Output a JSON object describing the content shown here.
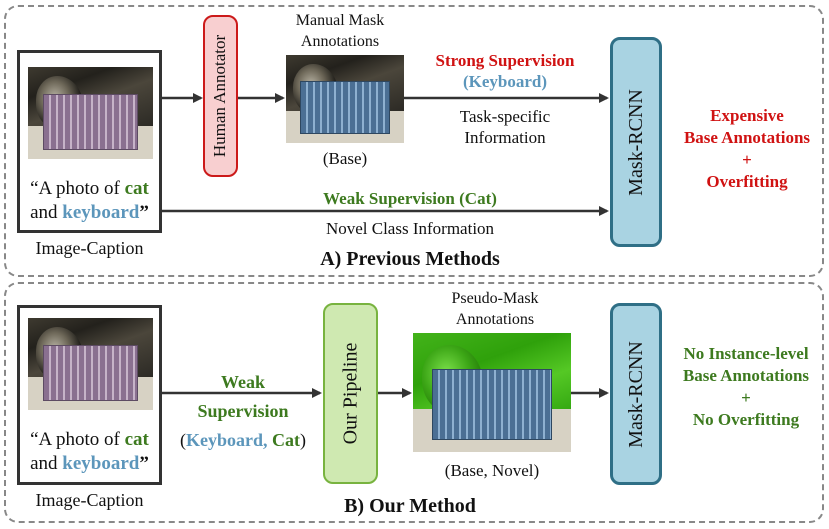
{
  "panel_a": {
    "title": "A) Previous Methods",
    "image_caption_label": "Image-Caption",
    "caption": {
      "open": "“A photo of ",
      "cat": "cat",
      "and": "and ",
      "keyboard": "keyboard",
      "close": "”"
    },
    "annotator_label": "Human Annotator",
    "mask_title_line1": "Manual Mask",
    "mask_title_line2": "Annotations",
    "mask_sub": "(Base)",
    "strong_line1": "Strong Supervision",
    "strong_line2": "(Keyboard)",
    "task_line1": "Task-specific",
    "task_line2": "Information",
    "weak_label": "Weak Supervision (Cat)",
    "novel_label": "Novel Class Information",
    "model_label": "Mask-RCNN",
    "result_line1": "Expensive",
    "result_line2": "Base Annotations",
    "result_line3": "+",
    "result_line4": "Overfitting"
  },
  "panel_b": {
    "title": "B) Our Method",
    "image_caption_label": "Image-Caption",
    "caption": {
      "open": "“A photo of ",
      "cat": "cat",
      "and": "and ",
      "keyboard": "keyboard",
      "close": "”"
    },
    "weak_line1": "Weak",
    "weak_line2": "Supervision",
    "weak_line3_open": "(",
    "weak_line3_keyboard": "Keyboard,",
    "weak_line3_cat": "Cat",
    "weak_line3_close": ")",
    "pipeline_label": "Our Pipeline",
    "pseudo_title_line1": "Pseudo-Mask",
    "pseudo_title_line2": "Annotations",
    "pseudo_sub": "(Base, Novel)",
    "model_label": "Mask-RCNN",
    "result_line1": "No  Instance-level",
    "result_line2": "Base Annotations",
    "result_line3": "+",
    "result_line4": "No Overfitting"
  },
  "colors": {
    "annotator_fill": "#f8cfd0",
    "annotator_border": "#cc1a1a",
    "pipeline_fill": "#cfe9b1",
    "pipeline_border": "#78b33f",
    "model_fill": "#a9d3e2",
    "model_border": "#2f6f86",
    "red": "#d01212",
    "green": "#3d7a1f",
    "blue": "#5c96bb"
  }
}
